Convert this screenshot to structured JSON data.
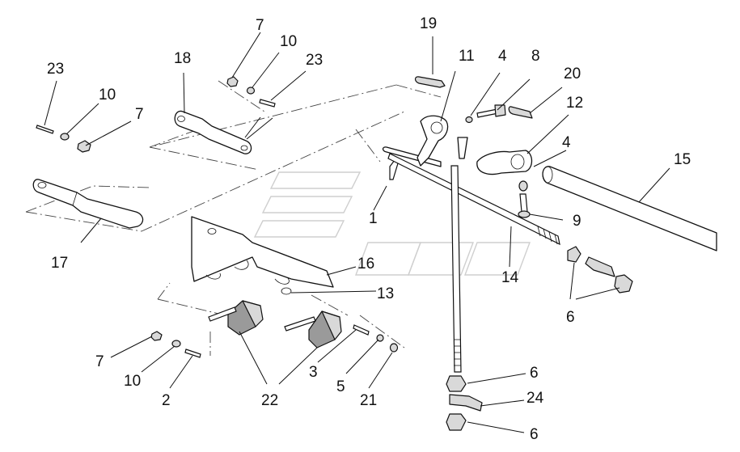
{
  "callouts": {
    "c1": "1",
    "c2": "2",
    "c3": "3",
    "c4a": "4",
    "c4b": "4",
    "c5": "5",
    "c6a": "6",
    "c6b": "6",
    "c6c": "6",
    "c7a": "7",
    "c7b": "7",
    "c7c": "7",
    "c8": "8",
    "c9": "9",
    "c10a": "10",
    "c10b": "10",
    "c10c": "10",
    "c11": "11",
    "c12": "12",
    "c13": "13",
    "c14": "14",
    "c15": "15",
    "c16": "16",
    "c17": "17",
    "c18": "18",
    "c19": "19",
    "c20": "20",
    "c21": "21",
    "c22": "22",
    "c23a": "23",
    "c23b": "23",
    "c24": "24"
  }
}
